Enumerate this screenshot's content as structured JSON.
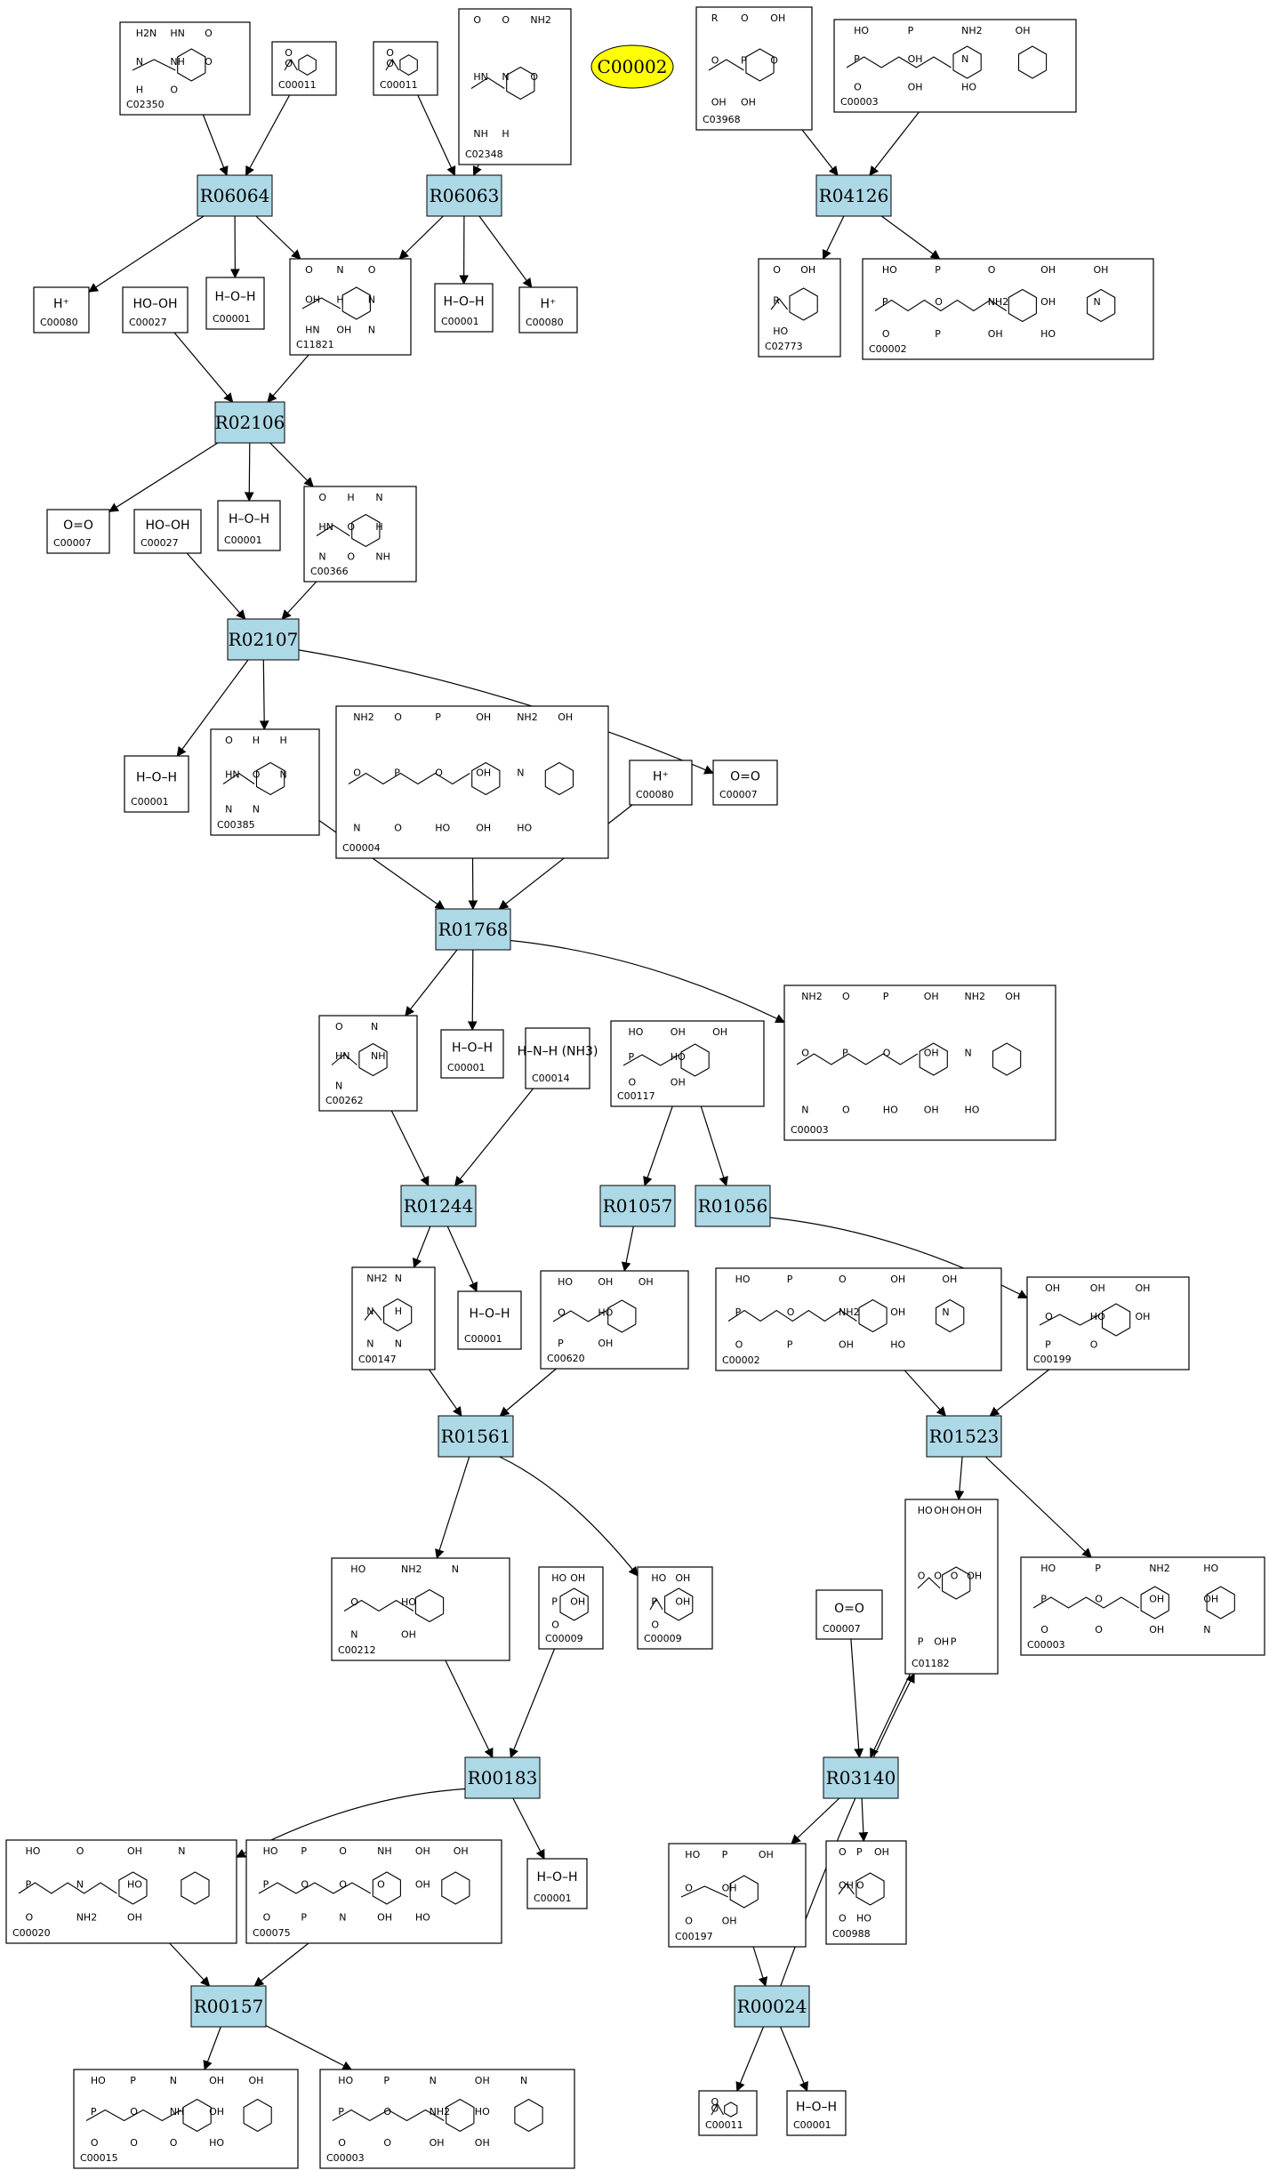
{
  "target": {
    "id": "C00002"
  },
  "reactions": [
    {
      "id": "R06064"
    },
    {
      "id": "R06063"
    },
    {
      "id": "R04126"
    },
    {
      "id": "R02106"
    },
    {
      "id": "R02107"
    },
    {
      "id": "R01768"
    },
    {
      "id": "R01244"
    },
    {
      "id": "R01057"
    },
    {
      "id": "R01056"
    },
    {
      "id": "R01561"
    },
    {
      "id": "R01523"
    },
    {
      "id": "R00183"
    },
    {
      "id": "R03140"
    },
    {
      "id": "R00157"
    },
    {
      "id": "R00024"
    }
  ],
  "compounds": [
    {
      "id": "C02350",
      "kind": "struct",
      "atoms": [
        "H2N",
        "N",
        "H",
        "HN",
        "NH",
        "O",
        "O",
        "O"
      ]
    },
    {
      "id": "C00011",
      "kind": "struct",
      "atoms": [
        "O",
        "O"
      ]
    },
    {
      "id": "C00011",
      "kind": "struct",
      "atoms": [
        "O",
        "O"
      ]
    },
    {
      "id": "C02348",
      "kind": "struct",
      "atoms": [
        "O",
        "HN",
        "NH",
        "O",
        "N",
        "H",
        "NH2",
        "O"
      ]
    },
    {
      "id": "C03968",
      "kind": "struct",
      "atoms": [
        "R",
        "O",
        "OH",
        "O",
        "P",
        "OH",
        "OH",
        "O"
      ]
    },
    {
      "id": "C00003",
      "kind": "struct",
      "atoms": [
        "HO",
        "P",
        "O",
        "P",
        "OH",
        "OH",
        "NH2",
        "N",
        "HO",
        "OH"
      ]
    },
    {
      "id": "C00080",
      "kind": "formula",
      "formula": "H⁺"
    },
    {
      "id": "C00027",
      "kind": "formula",
      "formula": "HO–OH"
    },
    {
      "id": "C00001",
      "kind": "formula",
      "formula": "H–O–H"
    },
    {
      "id": "C11821",
      "kind": "struct",
      "atoms": [
        "O",
        "OH",
        "HN",
        "N",
        "H",
        "OH",
        "O",
        "N",
        "N"
      ]
    },
    {
      "id": "C00001",
      "kind": "formula",
      "formula": "H–O–H"
    },
    {
      "id": "C00080",
      "kind": "formula",
      "formula": "H⁺"
    },
    {
      "id": "C02773",
      "kind": "struct",
      "atoms": [
        "O",
        "R",
        "HO",
        "OH"
      ]
    },
    {
      "id": "C00002",
      "kind": "struct",
      "atoms": [
        "HO",
        "P",
        "O",
        "P",
        "O",
        "P",
        "O",
        "NH2",
        "OH",
        "OH",
        "OH",
        "HO",
        "OH",
        "N"
      ]
    },
    {
      "id": "C00007",
      "kind": "formula",
      "formula": "O=O"
    },
    {
      "id": "C00027",
      "kind": "formula",
      "formula": "HO–OH"
    },
    {
      "id": "C00001",
      "kind": "formula",
      "formula": "H–O–H"
    },
    {
      "id": "C00366",
      "kind": "struct",
      "atoms": [
        "O",
        "HN",
        "N",
        "H",
        "O",
        "O",
        "N",
        "H",
        "NH"
      ]
    },
    {
      "id": "C00001",
      "kind": "formula",
      "formula": "H–O–H"
    },
    {
      "id": "C00385",
      "kind": "struct",
      "atoms": [
        "O",
        "HN",
        "N",
        "H",
        "O",
        "N",
        "H",
        "N"
      ]
    },
    {
      "id": "C00004",
      "kind": "struct",
      "atoms": [
        "NH2",
        "O",
        "N",
        "O",
        "P",
        "O",
        "P",
        "O",
        "HO",
        "OH",
        "OH",
        "OH",
        "NH2",
        "N",
        "HO",
        "OH"
      ]
    },
    {
      "id": "C00080",
      "kind": "formula",
      "formula": "H⁺"
    },
    {
      "id": "C00007",
      "kind": "formula",
      "formula": "O=O"
    },
    {
      "id": "C00262",
      "kind": "struct",
      "atoms": [
        "O",
        "HN",
        "N",
        "N",
        "NH"
      ]
    },
    {
      "id": "C00001",
      "kind": "formula",
      "formula": "H–O–H"
    },
    {
      "id": "C00014",
      "kind": "formula",
      "formula": "H–N–H  (NH3)"
    },
    {
      "id": "C00117",
      "kind": "struct",
      "atoms": [
        "HO",
        "P",
        "O",
        "OH",
        "HO",
        "OH",
        "OH"
      ]
    },
    {
      "id": "C00003",
      "kind": "struct",
      "atoms": [
        "NH2",
        "O",
        "N",
        "O",
        "P",
        "O",
        "P",
        "O",
        "HO",
        "OH",
        "OH",
        "OH",
        "NH2",
        "N",
        "HO",
        "OH"
      ]
    },
    {
      "id": "C00147",
      "kind": "struct",
      "atoms": [
        "NH2",
        "N",
        "N",
        "N",
        "H",
        "N"
      ]
    },
    {
      "id": "C00001",
      "kind": "formula",
      "formula": "H–O–H"
    },
    {
      "id": "C00620",
      "kind": "struct",
      "atoms": [
        "HO",
        "O",
        "P",
        "OH",
        "HO",
        "OH",
        "OH"
      ]
    },
    {
      "id": "C00002",
      "kind": "struct",
      "atoms": [
        "HO",
        "P",
        "O",
        "P",
        "O",
        "P",
        "O",
        "NH2",
        "OH",
        "OH",
        "OH",
        "HO",
        "OH",
        "N"
      ]
    },
    {
      "id": "C00199",
      "kind": "struct",
      "atoms": [
        "OH",
        "O",
        "P",
        "OH",
        "HO",
        "O",
        "OH",
        "OH"
      ]
    },
    {
      "id": "C00212",
      "kind": "struct",
      "atoms": [
        "HO",
        "O",
        "N",
        "NH2",
        "HO",
        "OH",
        "N"
      ]
    },
    {
      "id": "C00009",
      "kind": "struct",
      "atoms": [
        "HO",
        "P",
        "O",
        "OH",
        "OH"
      ]
    },
    {
      "id": "C00009",
      "kind": "struct",
      "atoms": [
        "HO",
        "P",
        "O",
        "OH",
        "OH"
      ]
    },
    {
      "id": "C01182",
      "kind": "struct",
      "atoms": [
        "HO",
        "O",
        "P",
        "OH",
        "O",
        "OH",
        "OH",
        "O",
        "P",
        "OH",
        "OH"
      ]
    },
    {
      "id": "C00007",
      "kind": "formula",
      "formula": "O=O"
    },
    {
      "id": "C00003",
      "kind": "struct",
      "atoms": [
        "HO",
        "P",
        "O",
        "P",
        "O",
        "O",
        "NH2",
        "OH",
        "OH",
        "HO",
        "OH",
        "N"
      ]
    },
    {
      "id": "C00020",
      "kind": "struct",
      "atoms": [
        "HO",
        "P",
        "O",
        "O",
        "N",
        "NH2",
        "OH",
        "HO",
        "OH",
        "N"
      ]
    },
    {
      "id": "C00075",
      "kind": "struct",
      "atoms": [
        "HO",
        "P",
        "O",
        "P",
        "O",
        "P",
        "O",
        "O",
        "N",
        "NH",
        "O",
        "OH",
        "OH",
        "OH",
        "HO",
        "OH"
      ]
    },
    {
      "id": "C00001",
      "kind": "formula",
      "formula": "H–O–H"
    },
    {
      "id": "C00197",
      "kind": "struct",
      "atoms": [
        "HO",
        "O",
        "O",
        "P",
        "OH",
        "OH",
        "OH"
      ]
    },
    {
      "id": "C00988",
      "kind": "struct",
      "atoms": [
        "O",
        "OH",
        "O",
        "P",
        "O",
        "HO",
        "OH"
      ]
    },
    {
      "id": "C00015",
      "kind": "struct",
      "atoms": [
        "HO",
        "P",
        "O",
        "P",
        "O",
        "O",
        "N",
        "NH",
        "O",
        "OH",
        "OH",
        "HO",
        "OH"
      ]
    },
    {
      "id": "C00003",
      "kind": "struct",
      "atoms": [
        "HO",
        "P",
        "O",
        "P",
        "O",
        "O",
        "N",
        "NH2",
        "OH",
        "OH",
        "HO",
        "OH",
        "N"
      ]
    },
    {
      "id": "C00011",
      "kind": "struct",
      "atoms": [
        "O",
        "O"
      ]
    },
    {
      "id": "C00001",
      "kind": "formula",
      "formula": "H–O–H"
    }
  ],
  "edges": [
    {
      "from": "c0",
      "to": "r0"
    },
    {
      "from": "c1",
      "to": "r0"
    },
    {
      "from": "c2",
      "to": "r1"
    },
    {
      "from": "c3",
      "to": "r1"
    },
    {
      "from": "c4",
      "to": "r2"
    },
    {
      "from": "c5",
      "to": "r2"
    },
    {
      "from": "r0",
      "to": "c6"
    },
    {
      "from": "r0",
      "to": "c8"
    },
    {
      "from": "r0",
      "to": "c9"
    },
    {
      "from": "r1",
      "to": "c9"
    },
    {
      "from": "r1",
      "to": "c10"
    },
    {
      "from": "r1",
      "to": "c11"
    },
    {
      "from": "r2",
      "to": "c12"
    },
    {
      "from": "r2",
      "to": "c13"
    },
    {
      "from": "c7",
      "to": "r3"
    },
    {
      "from": "c9",
      "to": "r3"
    },
    {
      "from": "r3",
      "to": "c14"
    },
    {
      "from": "r3",
      "to": "c16"
    },
    {
      "from": "r3",
      "to": "c17"
    },
    {
      "from": "c15",
      "to": "r4"
    },
    {
      "from": "c17",
      "to": "r4"
    },
    {
      "from": "r4",
      "to": "c18"
    },
    {
      "from": "r4",
      "to": "c19"
    },
    {
      "from": "r4",
      "to": "c22"
    },
    {
      "from": "c19",
      "to": "r5"
    },
    {
      "from": "c20",
      "to": "r5"
    },
    {
      "from": "c21",
      "to": "r5"
    },
    {
      "from": "r5",
      "to": "c23"
    },
    {
      "from": "r5",
      "to": "c24"
    },
    {
      "from": "r5",
      "to": "c27"
    },
    {
      "from": "c23",
      "to": "r6"
    },
    {
      "from": "c25",
      "to": "r6"
    },
    {
      "from": "c26",
      "to": "r7"
    },
    {
      "from": "c26",
      "to": "r8"
    },
    {
      "from": "r6",
      "to": "c28"
    },
    {
      "from": "r6",
      "to": "c29"
    },
    {
      "from": "r7",
      "to": "c30"
    },
    {
      "from": "r8",
      "to": "c32"
    },
    {
      "from": "c28",
      "to": "r9"
    },
    {
      "from": "c30",
      "to": "r9"
    },
    {
      "from": "c31",
      "to": "r10"
    },
    {
      "from": "c32",
      "to": "r10"
    },
    {
      "from": "r9",
      "to": "c33"
    },
    {
      "from": "r9",
      "to": "c35"
    },
    {
      "from": "r10",
      "to": "c36"
    },
    {
      "from": "r10",
      "to": "c38"
    },
    {
      "from": "c33",
      "to": "r11"
    },
    {
      "from": "c34",
      "to": "r11"
    },
    {
      "from": "c36",
      "to": "r12"
    },
    {
      "from": "c37",
      "to": "r12"
    },
    {
      "from": "r11",
      "to": "c39"
    },
    {
      "from": "r11",
      "to": "c41"
    },
    {
      "from": "r12",
      "to": "c42"
    },
    {
      "from": "r12",
      "to": "c43"
    },
    {
      "from": "c39",
      "to": "r13"
    },
    {
      "from": "c40",
      "to": "r13"
    },
    {
      "from": "c42",
      "to": "r14"
    },
    {
      "from": "r13",
      "to": "c44"
    },
    {
      "from": "r13",
      "to": "c45"
    },
    {
      "from": "r14",
      "to": "c46"
    },
    {
      "from": "r14",
      "to": "c47"
    },
    {
      "from": "r14",
      "to": "c36"
    }
  ]
}
